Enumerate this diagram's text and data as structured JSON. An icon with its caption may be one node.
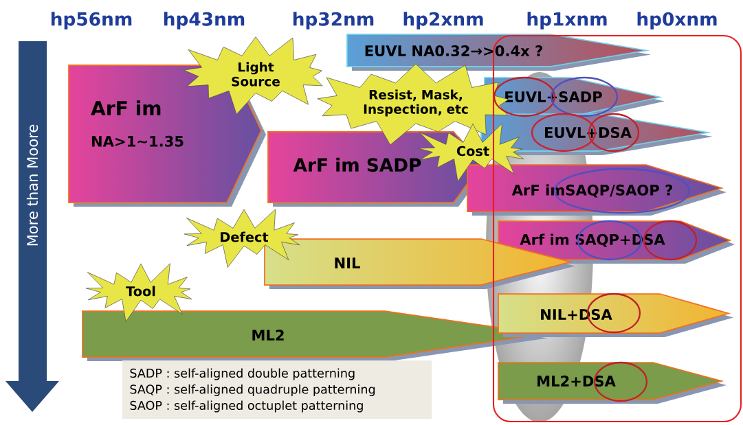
{
  "diagram": {
    "nodes": [
      {
        "text": [
          "ArF im",
          "NA>1~1.35"
        ]
      },
      {
        "text": [
          "EUVL NA0.32→>0.4x ?"
        ]
      },
      {
        "text": [
          "Light Source"
        ]
      },
      {
        "text": [
          "Resist, Mask, Inspection, etc"
        ]
      },
      {
        "text": [
          "EUVL+SADP"
        ]
      },
      {
        "text": [
          "EUVL+DSA"
        ]
      },
      {
        "text": [
          "ArF im SADP"
        ]
      },
      {
        "text": [
          "Cost"
        ]
      },
      {
        "text": [
          "ArF imSAQP/SAOP ?"
        ]
      },
      {
        "text": [
          "Arf im SAQP+DSA"
        ]
      },
      {
        "text": [
          "Defect"
        ]
      },
      {
        "text": [
          "NIL"
        ]
      },
      {
        "text": [
          "Tool"
        ]
      },
      {
        "text": [
          "ML2"
        ]
      },
      {
        "text": [
          "NIL+DSA"
        ]
      },
      {
        "text": [
          "ML2+DSA"
        ]
      }
    ],
    "labels": [
      "hp56nm",
      "hp43nm",
      "hp32nm",
      "hp2xnm",
      "hp1xnm",
      "hp0xnm",
      "More than Moore",
      "SADP : self-aligned double patterning",
      "SAQP : self-aligned quadruple patterning",
      "SAOP : self-aligned octuplet patterning"
    ]
  }
}
